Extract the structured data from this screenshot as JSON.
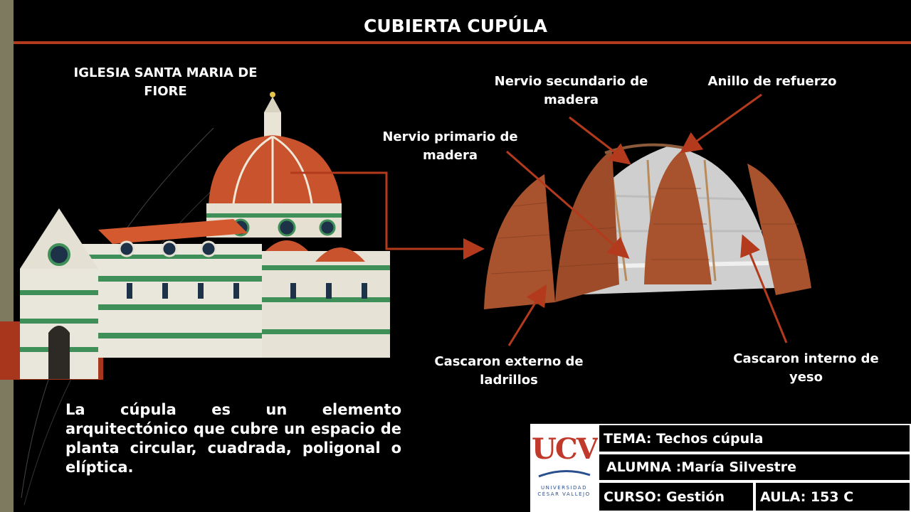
{
  "slide": {
    "title": "CUBIERTA CUPÚLA",
    "church_caption": "IGLESIA SANTA MARIA DE  FIORE",
    "labels": {
      "nervio_secundario": "Nervio secundario de madera",
      "anillo": "Anillo de refuerzo",
      "nervio_primario": "Nervio primario de madera",
      "cascaron_externo": "Cascaron externo de ladrillos",
      "cascaron_interno": "Cascaron interno de yeso"
    },
    "description": "La cúpula es un elemento arquitectónico que cubre un espacio de planta circular, cuadrada, poligonal o elíptica."
  },
  "info": {
    "logo_text": "UCV",
    "logo_subtext": "UNIVERSIDAD CÉSAR VALLEJO",
    "tema": "TEMA: Techos cúpula",
    "alumna": "ALUMNA :María Silvestre",
    "curso": "CURSO: Gestión",
    "aula": "AULA: 153 C"
  },
  "colors": {
    "accent": "#b33a1d",
    "left_bar": "#7d7a5f",
    "brick": "#a8532e",
    "plaster": "#d9d9d9",
    "marble_green": "#3f8f58"
  }
}
